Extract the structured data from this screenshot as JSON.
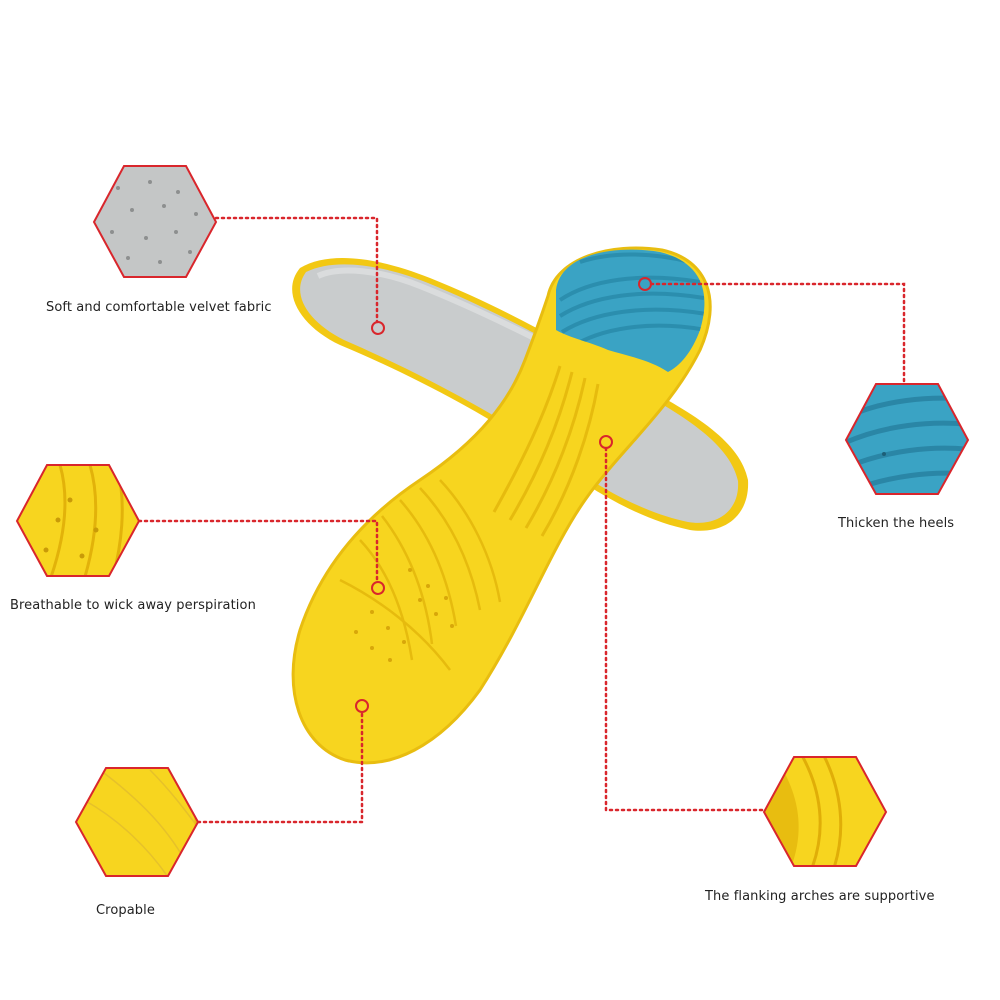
{
  "callouts": {
    "velvet_fabric": "Soft and comfortable velvet fabric",
    "breathable": "Breathable to wick away perspiration",
    "cropable": "Cropable",
    "thicken_heels": "Thicken the heels",
    "flanking_arches": "The flanking arches are supportive"
  },
  "colors": {
    "insole_yellow": "#f7d51f",
    "insole_yellow_shade": "#e8bd10",
    "heel_pad_blue": "#3aa3c4",
    "velvet_gray": "#c9cccd",
    "callout_red": "#d9262c"
  }
}
